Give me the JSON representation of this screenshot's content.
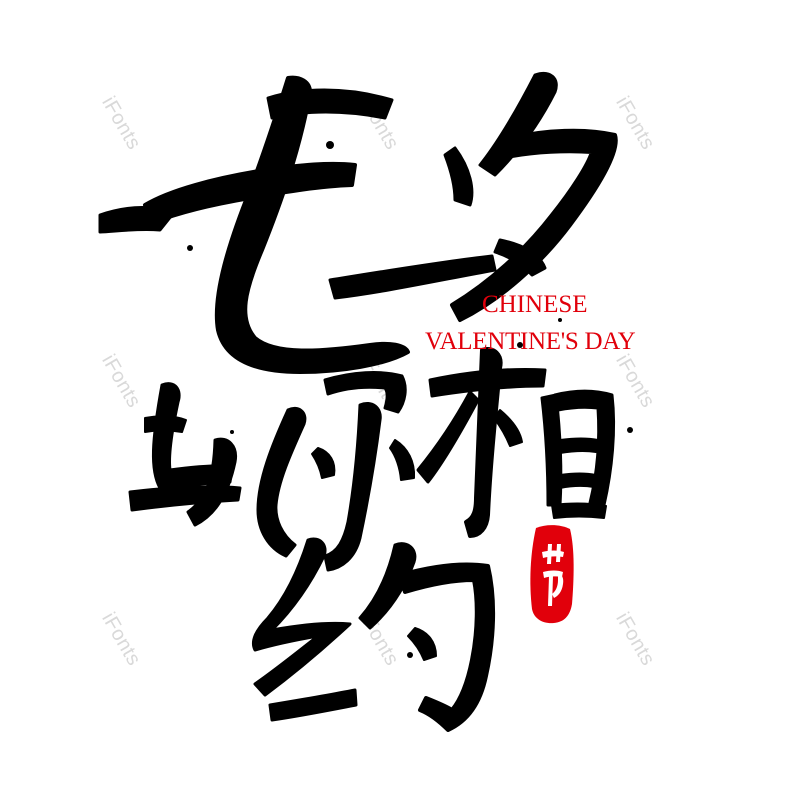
{
  "artwork": {
    "main_characters": "七夕相约",
    "side_characters": "与你",
    "seal_character": "节",
    "subtitle_line1": "CHINESE",
    "subtitle_line2": "VALENTINE'S DAY"
  },
  "watermark": {
    "text": "iFonts"
  },
  "colors": {
    "ink": "#000000",
    "accent_red": "#e1000b",
    "watermark": "#d9d9d9",
    "background": "#ffffff"
  }
}
